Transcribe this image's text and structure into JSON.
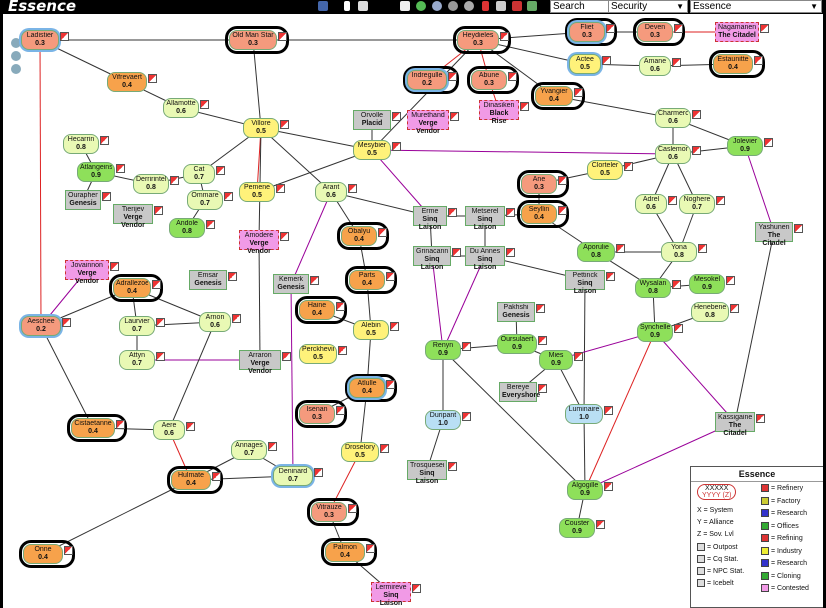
{
  "app": {
    "title": "Essence"
  },
  "toolbar": {
    "search_value": "Search",
    "dropdown_1": "Security",
    "dropdown_2": "Essence"
  },
  "colors": {
    "sec_low": "#f7a24b",
    "sec_mid_low": "#f7c54b",
    "sec_mid": "#fff27a",
    "sec_mid_high": "#e9f9b4",
    "sec_high": "#8ee05a",
    "sec_highest": "#b9dff4",
    "sec_red": "#f59a7d",
    "contested": "#f19ae6",
    "region_box": "#c8c8c8",
    "link_normal": "#333333",
    "link_region": "#990099",
    "link_const": "#dd2222"
  },
  "systems": [
    {
      "id": "ladistier",
      "name": "Ladistier",
      "sec": "0.3",
      "color": "sec_red",
      "icebell": true
    },
    {
      "id": "oldmanstar",
      "name": "Old Man Star",
      "sec": "0.3",
      "color": "sec_red",
      "ring": true
    },
    {
      "id": "heydieles",
      "name": "Heydieles",
      "sec": "0.3",
      "color": "sec_red",
      "ring": true
    },
    {
      "id": "fliet",
      "name": "Fliet",
      "sec": "0.3",
      "color": "sec_red",
      "ring": true,
      "icebell": true
    },
    {
      "id": "deven",
      "name": "Deven",
      "sec": "0.3",
      "color": "sec_red",
      "ring": true
    },
    {
      "id": "nagamanen",
      "name": "Nagamanen",
      "sec": "The Citadel",
      "color": "contested",
      "region": true
    },
    {
      "id": "actee",
      "name": "Actee",
      "sec": "0.5",
      "color": "sec_mid",
      "icebell": true
    },
    {
      "id": "amane",
      "name": "Amane",
      "sec": "0.6",
      "color": "sec_mid_high"
    },
    {
      "id": "estaunitte",
      "name": "Estaunitte",
      "sec": "0.4",
      "color": "sec_low",
      "ring": true
    },
    {
      "id": "vifrevaert",
      "name": "Vifrevaert",
      "sec": "0.4",
      "color": "sec_low"
    },
    {
      "id": "indregulle",
      "name": "Indregulle",
      "sec": "0.2",
      "color": "sec_red",
      "ring": true,
      "icebell": true
    },
    {
      "id": "abune",
      "name": "Abune",
      "sec": "0.3",
      "color": "sec_red",
      "ring": true
    },
    {
      "id": "yvangier",
      "name": "Yvangier",
      "sec": "0.4",
      "color": "sec_low",
      "ring": true
    },
    {
      "id": "dinasiken",
      "name": "Dinasiken",
      "sec": "Black Rise",
      "color": "contested",
      "region": true
    },
    {
      "id": "allamotte",
      "name": "Allamotte",
      "sec": "0.6",
      "color": "sec_mid_high"
    },
    {
      "id": "villore",
      "name": "Villore",
      "sec": "0.5",
      "color": "sec_mid"
    },
    {
      "id": "orvolle",
      "name": "Orvolle",
      "sec": "Placid",
      "color": "region_box",
      "region": true
    },
    {
      "id": "murethand",
      "name": "Murethand",
      "sec": "Verge Vendor",
      "color": "contested",
      "region": true
    },
    {
      "id": "charmerout",
      "name": "Charmerout",
      "sec": "0.6",
      "color": "sec_mid_high"
    },
    {
      "id": "jolevier",
      "name": "Jolevier",
      "sec": "0.9",
      "color": "sec_high"
    },
    {
      "id": "hecarrin",
      "name": "Hecarrin",
      "sec": "0.8",
      "color": "sec_mid_high"
    },
    {
      "id": "mesybier",
      "name": "Mesybier",
      "sec": "0.5",
      "color": "sec_mid"
    },
    {
      "id": "caslemon",
      "name": "Caslemon",
      "sec": "0.6",
      "color": "sec_mid_high"
    },
    {
      "id": "clorteler",
      "name": "Clorteler",
      "sec": "0.5",
      "color": "sec_mid"
    },
    {
      "id": "atlangeins",
      "name": "Atlangeins",
      "sec": "0.9",
      "color": "sec_high"
    },
    {
      "id": "derririntel",
      "name": "Derririntel",
      "sec": "0.8",
      "color": "sec_mid_high"
    },
    {
      "id": "cat",
      "name": "Cat",
      "sec": "0.7",
      "color": "sec_mid_high"
    },
    {
      "id": "ouraphen",
      "name": "Ouraphen",
      "sec": "Genesis",
      "color": "region_box",
      "region": true
    },
    {
      "id": "tierijev",
      "name": "Tierijev",
      "sec": "Verge Vendor",
      "color": "region_box",
      "region": true
    },
    {
      "id": "ommare",
      "name": "Ommare",
      "sec": "0.7",
      "color": "sec_mid_high"
    },
    {
      "id": "pemene",
      "name": "Pemene",
      "sec": "0.5",
      "color": "sec_mid"
    },
    {
      "id": "arant",
      "name": "Arant",
      "sec": "0.6",
      "color": "sec_mid_high"
    },
    {
      "id": "ane",
      "name": "Ane",
      "sec": "0.3",
      "color": "sec_red",
      "ring": true
    },
    {
      "id": "adrel",
      "name": "Adrel",
      "sec": "0.6",
      "color": "sec_mid_high"
    },
    {
      "id": "noghere",
      "name": "Noghere",
      "sec": "0.7",
      "color": "sec_mid_high"
    },
    {
      "id": "andole",
      "name": "Andole",
      "sec": "0.8",
      "color": "sec_high"
    },
    {
      "id": "erme",
      "name": "Erme",
      "sec": "Sinq Laison",
      "color": "region_box",
      "region": true
    },
    {
      "id": "metserel",
      "name": "Metserel",
      "sec": "Sinq Laison",
      "color": "region_box",
      "region": true
    },
    {
      "id": "seyllin",
      "name": "Seyllin",
      "sec": "0.4",
      "color": "sec_low",
      "ring": true
    },
    {
      "id": "amodere",
      "name": "Amodere",
      "sec": "Verge Vendor",
      "color": "contested",
      "region": true
    },
    {
      "id": "obalyu",
      "name": "Obalyu",
      "sec": "0.4",
      "color": "sec_low",
      "ring": true
    },
    {
      "id": "yashunen",
      "name": "Yashunen",
      "sec": "The Citadel",
      "color": "region_box",
      "region": true
    },
    {
      "id": "grinacanne",
      "name": "Grinacanne",
      "sec": "Sinq Laison",
      "color": "region_box",
      "region": true
    },
    {
      "id": "duannes",
      "name": "Du Annes",
      "sec": "Sinq Laison",
      "color": "region_box",
      "region": true
    },
    {
      "id": "aporulie",
      "name": "Aporulie",
      "sec": "0.8",
      "color": "sec_high"
    },
    {
      "id": "yona",
      "name": "Yona",
      "sec": "0.8",
      "color": "sec_mid_high"
    },
    {
      "id": "jovainnon",
      "name": "Jovainnon",
      "sec": "Verge Vendor",
      "color": "contested",
      "region": true
    },
    {
      "id": "emsar",
      "name": "Emsar",
      "sec": "Genesis",
      "color": "region_box",
      "region": true
    },
    {
      "id": "adrallezoen",
      "name": "Adrallezoen",
      "sec": "0.4",
      "color": "sec_low",
      "ring": true
    },
    {
      "id": "kemerk",
      "name": "Kemerk",
      "sec": "Genesis",
      "color": "region_box",
      "region": true
    },
    {
      "id": "parts",
      "name": "Parts",
      "sec": "0.4",
      "color": "sec_low",
      "ring": true
    },
    {
      "id": "pettinck",
      "name": "Pettinck",
      "sec": "Sinq Laison",
      "color": "region_box",
      "region": true
    },
    {
      "id": "wysalan",
      "name": "Wysalan",
      "sec": "0.8",
      "color": "sec_high"
    },
    {
      "id": "mesokel",
      "name": "Mesokel",
      "sec": "0.9",
      "color": "sec_high"
    },
    {
      "id": "aeschee",
      "name": "Aeschee",
      "sec": "0.2",
      "color": "sec_red",
      "icebell": true
    },
    {
      "id": "laurvier",
      "name": "Laurvier",
      "sec": "0.7",
      "color": "sec_mid_high"
    },
    {
      "id": "arnon",
      "name": "Arnon",
      "sec": "0.6",
      "color": "sec_mid_high"
    },
    {
      "id": "haine",
      "name": "Haine",
      "sec": "0.4",
      "color": "sec_low",
      "ring": true
    },
    {
      "id": "alebin",
      "name": "Alebin",
      "sec": "0.5",
      "color": "sec_mid"
    },
    {
      "id": "pakhshi",
      "name": "Pakhshi",
      "sec": "Genesis",
      "color": "region_box",
      "region": true
    },
    {
      "id": "henebene",
      "name": "Henebene",
      "sec": "0.8",
      "color": "sec_mid_high"
    },
    {
      "id": "synchelle",
      "name": "Synchelle",
      "sec": "0.9",
      "color": "sec_high"
    },
    {
      "id": "renyn",
      "name": "Renyn",
      "sec": "0.9",
      "color": "sec_high"
    },
    {
      "id": "oursulaert",
      "name": "Oursulaert",
      "sec": "0.9",
      "color": "sec_high"
    },
    {
      "id": "perckhevin",
      "name": "Perckhevin",
      "sec": "0.5",
      "color": "sec_mid"
    },
    {
      "id": "attyn",
      "name": "Attyn",
      "sec": "0.7",
      "color": "sec_mid_high"
    },
    {
      "id": "arraron",
      "name": "Arraron",
      "sec": "Verge Vendor",
      "color": "region_box",
      "region": true
    },
    {
      "id": "mies",
      "name": "Mies",
      "sec": "0.9",
      "color": "sec_high"
    },
    {
      "id": "atlulle",
      "name": "Atlulle",
      "sec": "0.4",
      "color": "sec_low",
      "ring": true,
      "icebell": true
    },
    {
      "id": "bereye",
      "name": "Bereye",
      "sec": "Everyshore",
      "color": "region_box",
      "region": true
    },
    {
      "id": "isenan",
      "name": "Isenan",
      "sec": "0.3",
      "color": "sec_red",
      "ring": true
    },
    {
      "id": "luminaire",
      "name": "Luminaire",
      "sec": "1.0",
      "color": "sec_highest"
    },
    {
      "id": "durlpant",
      "name": "Duripant",
      "sec": "1.0",
      "color": "sec_highest"
    },
    {
      "id": "kassigainen",
      "name": "Kassigainen",
      "sec": "The Citadel",
      "color": "region_box",
      "region": true
    },
    {
      "id": "cistaetanne",
      "name": "Cistaetanne",
      "sec": "0.4",
      "color": "sec_low",
      "ring": true
    },
    {
      "id": "aere",
      "name": "Aere",
      "sec": "0.6",
      "color": "sec_mid_high"
    },
    {
      "id": "annages",
      "name": "Annages",
      "sec": "0.7",
      "color": "sec_mid_high"
    },
    {
      "id": "droselory",
      "name": "Droselory",
      "sec": "0.5",
      "color": "sec_mid"
    },
    {
      "id": "trosquesere",
      "name": "Trosquesere",
      "sec": "Sinq Laison",
      "color": "region_box",
      "region": true
    },
    {
      "id": "hulmate",
      "name": "Hulmate",
      "sec": "0.4",
      "color": "sec_low",
      "ring": true
    },
    {
      "id": "deninard",
      "name": "Deninard",
      "sec": "0.7",
      "color": "sec_mid_high",
      "icebell": true
    },
    {
      "id": "algogille",
      "name": "Algogille",
      "sec": "0.9",
      "color": "sec_high"
    },
    {
      "id": "vitrauze",
      "name": "Vitrauze",
      "sec": "0.3",
      "color": "sec_red",
      "ring": true
    },
    {
      "id": "couster",
      "name": "Couster",
      "sec": "0.9",
      "color": "sec_high"
    },
    {
      "id": "onne",
      "name": "Onne",
      "sec": "0.4",
      "color": "sec_low",
      "ring": true
    },
    {
      "id": "palmon",
      "name": "Palmon",
      "sec": "0.4",
      "color": "sec_low",
      "ring": true
    },
    {
      "id": "lermireve",
      "name": "Lermireve",
      "sec": "Sinq Laison",
      "color": "contested",
      "region": true
    }
  ],
  "legend": {
    "title": "Essence",
    "sample_name": "XXXXX",
    "sample_sec": "YYYY (Z)",
    "left": [
      {
        "key": "X",
        "label": "= System"
      },
      {
        "key": "Y",
        "label": "= Alliance"
      },
      {
        "key": "Z",
        "label": "= Sov. Lvl"
      },
      {
        "key": "",
        "label": "= Outpost"
      },
      {
        "key": "",
        "label": "= Cq Stat."
      },
      {
        "key": "",
        "label": "= NPC Stat."
      },
      {
        "key": "",
        "label": "= Icebelt"
      }
    ],
    "right": [
      {
        "label": "= Refinery",
        "color": "#d33"
      },
      {
        "label": "= Factory",
        "color": "#cc3"
      },
      {
        "label": "= Research",
        "color": "#33c"
      },
      {
        "label": "= Offices",
        "color": "#3a3"
      },
      {
        "label": "= Refining",
        "color": "#d33"
      },
      {
        "label": "= Industry",
        "color": "#ee3"
      },
      {
        "label": "= Research",
        "color": "#33c"
      },
      {
        "label": "= Cloning",
        "color": "#3a3"
      },
      {
        "label": "= Contested",
        "color": "#f19ae6"
      }
    ]
  }
}
